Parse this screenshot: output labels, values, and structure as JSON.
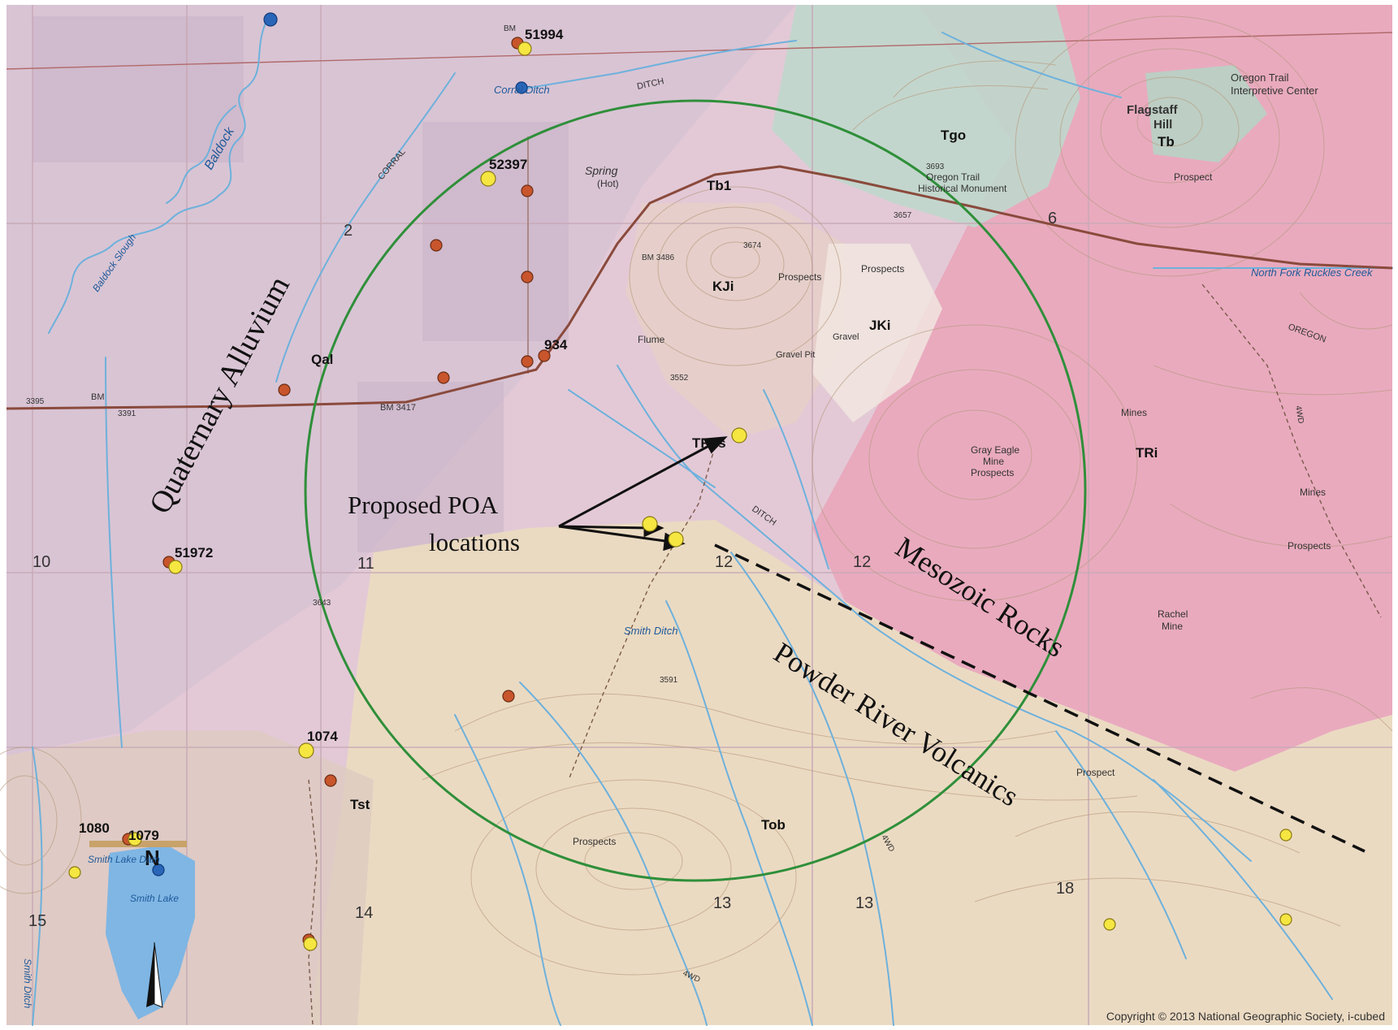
{
  "colors": {
    "background": "#e3c9d6",
    "alluvium": "#d7c1d2",
    "mesozoic": "#e9a3b9",
    "volcanic": "#eadcc0",
    "tgo": "#bfd7cc",
    "water": "#6db1dc",
    "lake": "#7fb6e4",
    "circle": "#2f8f3a",
    "road": "#8a4a3c",
    "well_red": "#c8552c",
    "well_yellow": "#f5e642",
    "well_blue": "#2a66b8"
  },
  "icons": {
    "north_arrow": "north-arrow-icon"
  },
  "region_labels": {
    "quaternary": "Quaternary Alluvium",
    "mesozoic": "Mesozoic Rocks",
    "powder_river": "Powder River Volcanics"
  },
  "annotation": {
    "line1": "Proposed POA",
    "line2": "locations"
  },
  "unit_codes": {
    "qal": "Qal",
    "tgo": "Tgo",
    "tb": "Tb",
    "tb1": "Tb1",
    "kji": "KJi",
    "jki": "JKi",
    "trcs": "TRcs",
    "tri": "TRi",
    "tst": "Tst",
    "tob": "Tob"
  },
  "well_ids": {
    "w51994": "51994",
    "w52397": "52397",
    "w934": "934",
    "w51972": "51972",
    "w1074": "1074",
    "w1080": "1080",
    "w1079": "1079"
  },
  "place_names": {
    "flagstaff": "Flagstaff",
    "hill": "Hill",
    "oregon_trail_center_1": "Oregon Trail",
    "oregon_trail_center_2": "Interpretive Center",
    "historical_monument_1": "Oregon Trail",
    "historical_monument_2": "Historical Monument",
    "north_fork": "North Fork Ruckles Creek",
    "oregon": "OREGON",
    "corral": "CORRAL",
    "ditch_top": "DITCH",
    "ditch_mid": "DITCH",
    "smith_ditch_mid": "Smith Ditch",
    "smith_ditch_left": "Smith Ditch",
    "spring": "Spring",
    "hot": "(Hot)",
    "flume": "Flume",
    "gravel_pit": "Gravel Pit",
    "gravel_pit_2": "Gravel",
    "prospects_1": "Prospects",
    "prospects_2": "Prospects",
    "prospects_3": "Prospects",
    "prospects_4": "Prospects",
    "prospect_1": "Prospect",
    "prospect_2": "Prospect",
    "mines_1": "Mines",
    "mines_2": "Mines",
    "gray_eagle_1": "Gray Eagle",
    "gray_eagle_2": "Mine",
    "rachel_1": "Rachel",
    "rachel_2": "Mine",
    "baldock": "Baldock",
    "baldock_slough": "Baldock Slough",
    "smith_lake": "Smith Lake",
    "smith_lake_dam": "Smith Lake Dam",
    "corral_ditch": "Corral Ditch",
    "bm3417": "BM 3417",
    "bm3486": "BM 3486",
    "bm": "BM",
    "r4wd_1": "4WD",
    "r4wd_2": "4WD",
    "r4wd_3": "4WD"
  },
  "section_numbers": {
    "s2": "2",
    "s6": "6",
    "s10": "10",
    "s11": "11",
    "s12a": "12",
    "s12b": "12",
    "s13a": "13",
    "s13b": "13",
    "s14": "14",
    "s15": "15",
    "s18": "18"
  },
  "elevations": {
    "e3395": "3395",
    "e3391": "3391",
    "e3552": "3552",
    "e3591": "3591",
    "e3643": "3643",
    "e3674": "3674",
    "e3693": "3693",
    "e3657": "3657"
  },
  "north_letter": "N",
  "copyright": "Copyright © 2013 National Geographic Society, i-cubed"
}
